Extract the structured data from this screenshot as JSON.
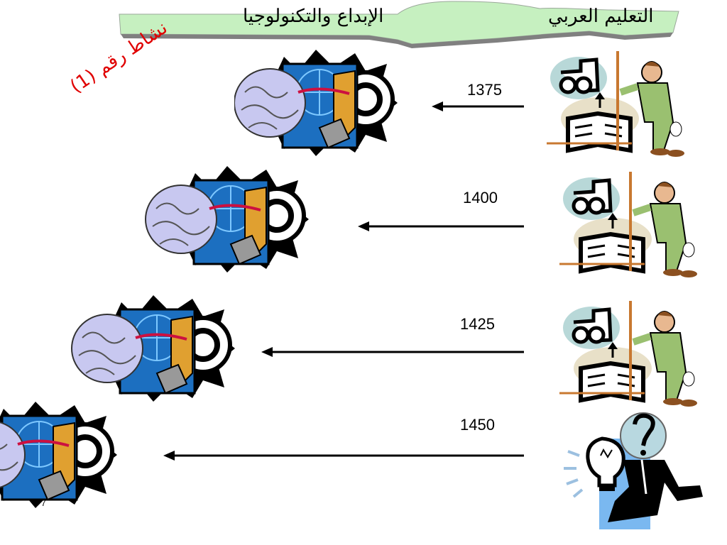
{
  "header": {
    "title_right": "التعليم العربي",
    "title_left": "الإبداع والتكنولوجيا"
  },
  "activity_label": "نشاط رقم (1)",
  "timeline": {
    "rows": [
      {
        "year": "1375",
        "right_image": "teacher-book-icon",
        "left_image": "brain-technology-icon"
      },
      {
        "year": "1400",
        "right_image": "teacher-book-icon",
        "left_image": "brain-technology-icon"
      },
      {
        "year": "1425",
        "right_image": "teacher-book-icon",
        "left_image": "brain-technology-icon"
      },
      {
        "year": "1450",
        "right_image": "question-lightbulb-icon",
        "left_image": "brain-technology-icon"
      }
    ]
  },
  "page_number": "7",
  "colors": {
    "banner": "#c6f0c0",
    "accent_red": "#e00000",
    "brain": "#c8c8f0",
    "panel_blue": "#1c6fc0"
  }
}
